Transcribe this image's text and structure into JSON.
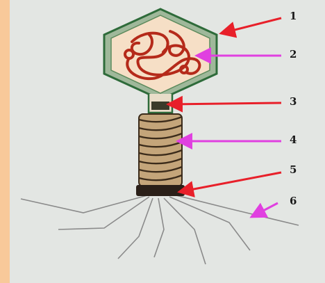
{
  "labels": [
    {
      "id": "1",
      "text": "1",
      "arrow_color": "#e8202a"
    },
    {
      "id": "2",
      "text": "2",
      "arrow_color": "#e040e0"
    },
    {
      "id": "3",
      "text": "3",
      "arrow_color": "#e8202a"
    },
    {
      "id": "4",
      "text": "4",
      "arrow_color": "#e040e0"
    },
    {
      "id": "5",
      "text": "5",
      "arrow_color": "#e8202a"
    },
    {
      "id": "6",
      "text": "6",
      "arrow_color": "#e040e0"
    }
  ],
  "colors": {
    "background_frame": "#f8c99a",
    "panel": "#e3e6e3",
    "capsid_outline": "#2e6b3a",
    "capsid_fill": "#f6dfc6",
    "dna": "#b52a1a",
    "tail_sheath": "#7a5b3a",
    "tail_fiber": "#8a8a8a"
  }
}
